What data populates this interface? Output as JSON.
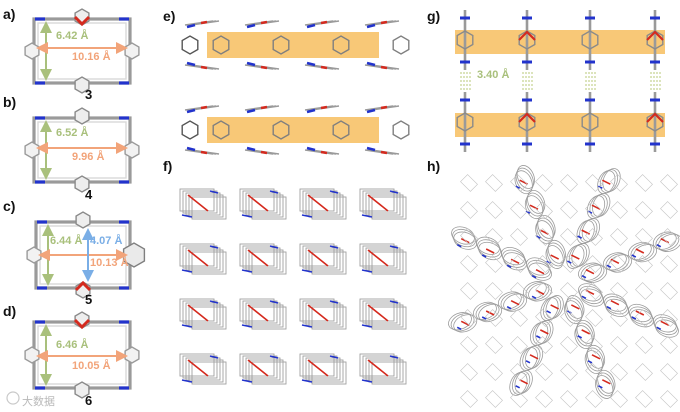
{
  "panel_labels": {
    "a": "a)",
    "b": "b)",
    "c": "c)",
    "d": "d)",
    "e": "e)",
    "f": "f)",
    "g": "g)",
    "h": "h)"
  },
  "compounds": {
    "a": "3",
    "b": "4",
    "c": "5",
    "d": "6"
  },
  "distances": {
    "a": {
      "vertical": "6.42 Å",
      "horizontal": "10.16 Å"
    },
    "b": {
      "vertical": "6.52 Å",
      "horizontal": "9.96 Å"
    },
    "c": {
      "vertical": "6.44 Å",
      "inner": "4.07 Å",
      "horizontal": "10.13 Å"
    },
    "d": {
      "vertical": "6.46 Å",
      "horizontal": "10.05 Å"
    },
    "g": {
      "stacking": "3.40 Å"
    }
  },
  "watermark": "大数据",
  "colors": {
    "green": "#a9c07c",
    "orange": "#f2a47a",
    "blue": "#7aaee6",
    "channel": "#f5b549",
    "nitrogen": "#2233cc",
    "oxygen": "#d42a1e",
    "carbon": "#a9a9a9"
  }
}
